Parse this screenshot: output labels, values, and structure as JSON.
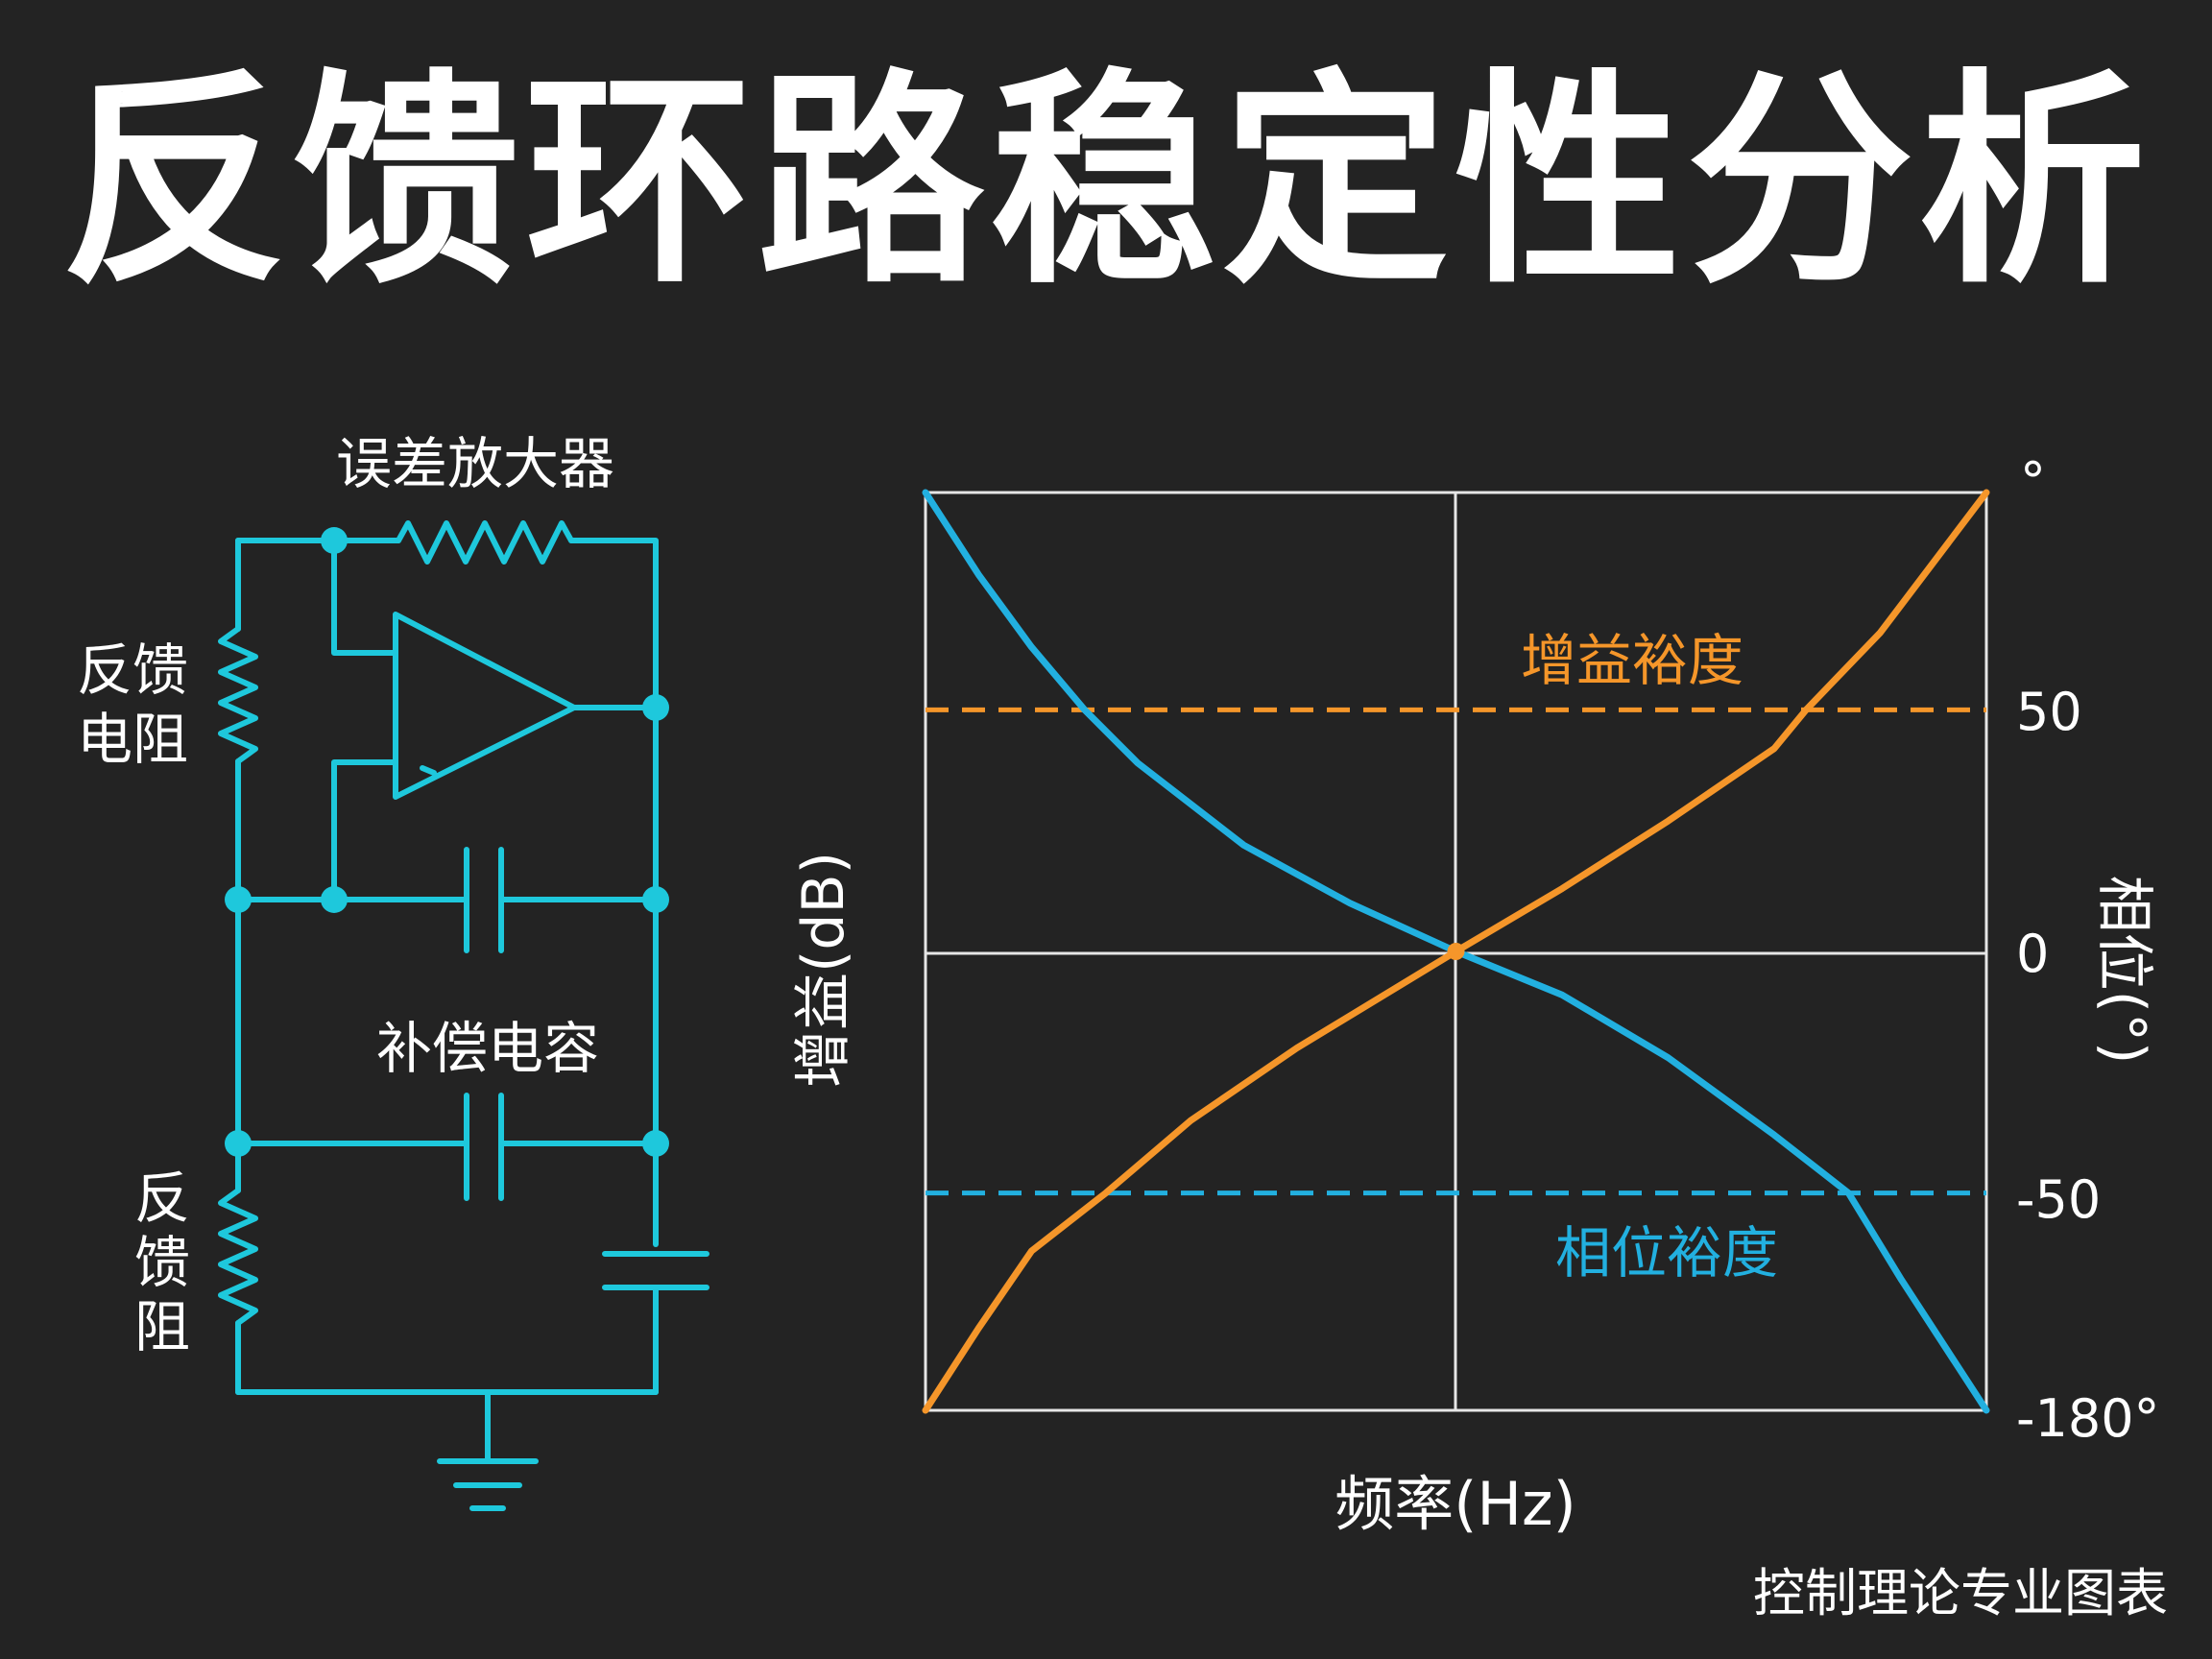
{
  "title": "反馈环路稳定性分析",
  "footer": "控制理论专业图表",
  "colors": {
    "background": "#232323",
    "circuit": "#1ec8dc",
    "gain_curve": "#22b0e0",
    "phase_curve": "#f5962a",
    "grid": "#e6e6e6",
    "text": "#ffffff"
  },
  "circuit": {
    "error_amp_label": "误差放大器",
    "feedback_resistor_label_line1": "反馈",
    "feedback_resistor_label_line2": "电阻",
    "comp_cap_label": "补偿电容",
    "feedback_resistor2_label_line1": "反",
    "feedback_resistor2_label_line2": "馈",
    "feedback_resistor2_label_line3": "阻"
  },
  "chart_data": {
    "type": "line",
    "xlabel": "频率(Hz)",
    "ylabel_left": "增益(dB)",
    "ylabel_right": "相位(°)",
    "right_ticks": [
      "°",
      "50",
      "0",
      "-50",
      "-180°"
    ],
    "annotations": {
      "gain_margin": "增益裕度",
      "phase_margin": "相位裕度"
    },
    "reference_lines": {
      "gain_margin_level": 50,
      "phase_margin_level": -50
    },
    "series": [
      {
        "role": "gain",
        "color": "#22b0e0",
        "points": [
          [
            0,
            95
          ],
          [
            0.05,
            78
          ],
          [
            0.1,
            63
          ],
          [
            0.15,
            50
          ],
          [
            0.2,
            39
          ],
          [
            0.3,
            22
          ],
          [
            0.4,
            10
          ],
          [
            0.5,
            0
          ],
          [
            0.6,
            -9
          ],
          [
            0.7,
            -22
          ],
          [
            0.8,
            -38
          ],
          [
            0.87,
            -50
          ],
          [
            0.92,
            -68
          ],
          [
            1.0,
            -95
          ]
        ]
      },
      {
        "role": "phase",
        "color": "#f5962a",
        "points": [
          [
            0,
            -95
          ],
          [
            0.05,
            -78
          ],
          [
            0.1,
            -62
          ],
          [
            0.17,
            -50
          ],
          [
            0.25,
            -35
          ],
          [
            0.35,
            -20
          ],
          [
            0.5,
            0
          ],
          [
            0.6,
            13
          ],
          [
            0.7,
            27
          ],
          [
            0.8,
            42
          ],
          [
            0.83,
            50
          ],
          [
            0.9,
            66
          ],
          [
            1.0,
            95
          ]
        ]
      }
    ]
  }
}
